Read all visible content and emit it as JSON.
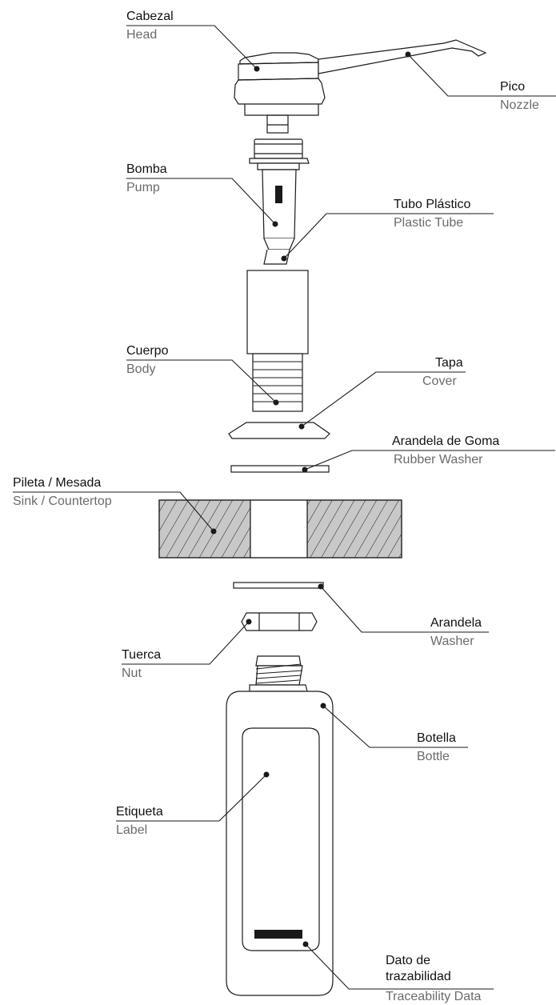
{
  "parts": {
    "head": {
      "es": "Cabezal",
      "en": "Head"
    },
    "nozzle": {
      "es": "Pico",
      "en": "Nozzle"
    },
    "pump": {
      "es": "Bomba",
      "en": "Pump"
    },
    "tube": {
      "es": "Tubo Plástico",
      "en": "Plastic Tube"
    },
    "body": {
      "es": "Cuerpo",
      "en": "Body"
    },
    "cover": {
      "es": "Tapa",
      "en": "Cover"
    },
    "rubber": {
      "es": "Arandela de Goma",
      "en": "Rubber Washer"
    },
    "sink": {
      "es": "Pileta / Mesada",
      "en": "Sink / Countertop"
    },
    "washer": {
      "es": "Arandela",
      "en": "Washer"
    },
    "nut": {
      "es": "Tuerca",
      "en": "Nut"
    },
    "bottle": {
      "es": "Botella",
      "en": "Bottle"
    },
    "label": {
      "es": "Etiqueta",
      "en": "Label"
    },
    "trace": {
      "es1": "Dato de",
      "es2": "trazabilidad",
      "en": "Traceability Data"
    }
  },
  "colors": {
    "line": "#1a1a1a",
    "hatch_fill": "#c8c8c8",
    "english_text": "#6b6b6b"
  }
}
